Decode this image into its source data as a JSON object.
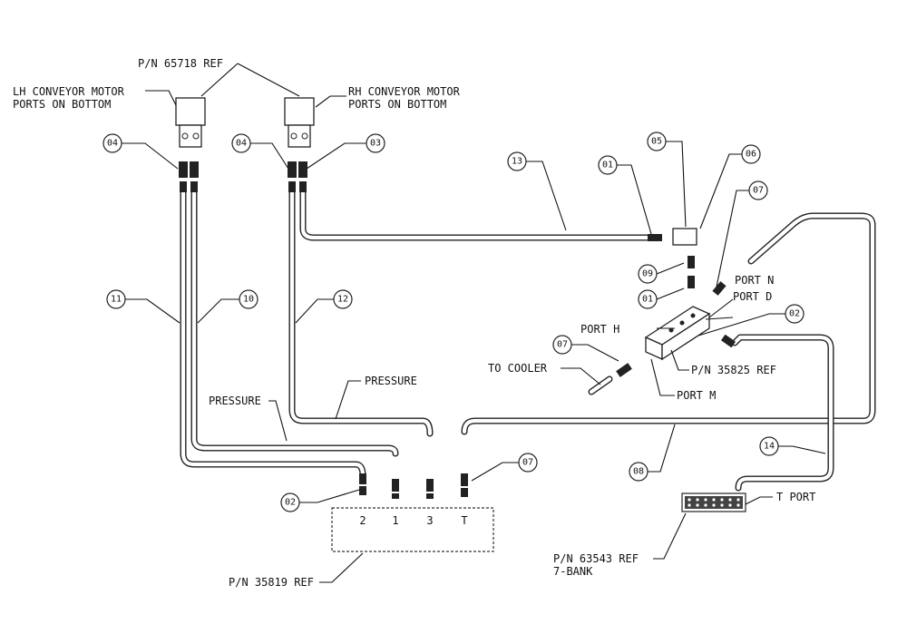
{
  "labels": {
    "pn_motor_ref": "P/N 65718 REF",
    "lh_motor_line1": "LH CONVEYOR MOTOR",
    "lh_motor_line2": "PORTS ON BOTTOM",
    "rh_motor_line1": "RH CONVEYOR MOTOR",
    "rh_motor_line2": "PORTS ON BOTTOM",
    "port_n": "PORT N",
    "port_d": "PORT D",
    "port_h": "PORT H",
    "port_m": "PORT M",
    "pn_block_ref": "P/N 35825 REF",
    "to_cooler": "TO COOLER",
    "pressure_upper": "PRESSURE",
    "pressure_lower": "PRESSURE",
    "t_port": "T PORT",
    "pn_manifold_ref": "P/N 63543 REF",
    "seven_bank": "7-BANK",
    "pn_valve_ref": "P/N 35819 REF"
  },
  "valve_ports": [
    "2",
    "1",
    "3",
    "T"
  ],
  "callouts": {
    "c04_left": "04",
    "c04_right": "04",
    "c03": "03",
    "c05": "05",
    "c06": "06",
    "c13": "13",
    "c01_top": "01",
    "c07_top": "07",
    "c09": "09",
    "c01_mid": "01",
    "c02_right": "02",
    "c07_mid": "07",
    "c11": "11",
    "c10": "10",
    "c12": "12",
    "c14": "14",
    "c08": "08",
    "c07_bottom": "07",
    "c02_left": "02"
  }
}
